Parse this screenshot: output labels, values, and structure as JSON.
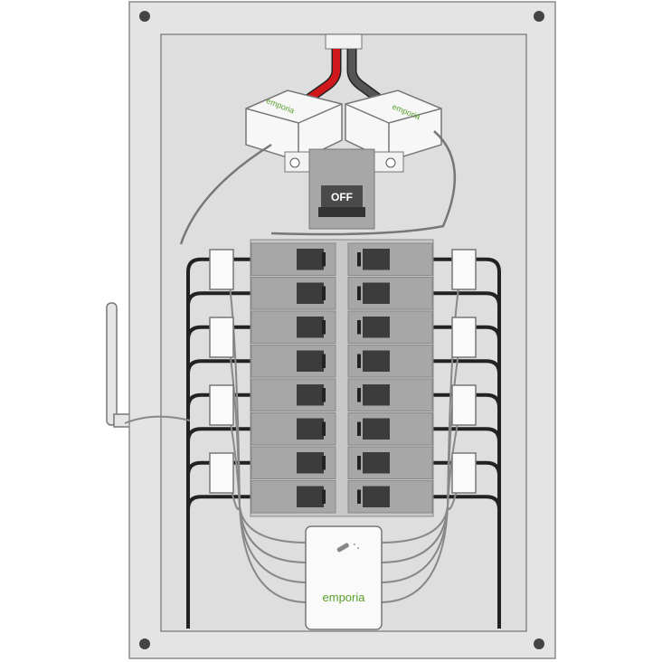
{
  "main_breaker": {
    "label": "OFF"
  },
  "ct_clamp_left": {
    "brand": "emporia"
  },
  "ct_clamp_right": {
    "brand": "emporia"
  },
  "monitor": {
    "brand": "emporia"
  },
  "breakers": {
    "rows": 8,
    "columns": 2
  },
  "colors": {
    "panel": "#e4e4e4",
    "breaker": "#a7a7a7",
    "handle": "#3c3c3c",
    "hot_wire": "#d0181c",
    "neutral_wire": "#444444",
    "brand_green": "#5aa02c"
  }
}
